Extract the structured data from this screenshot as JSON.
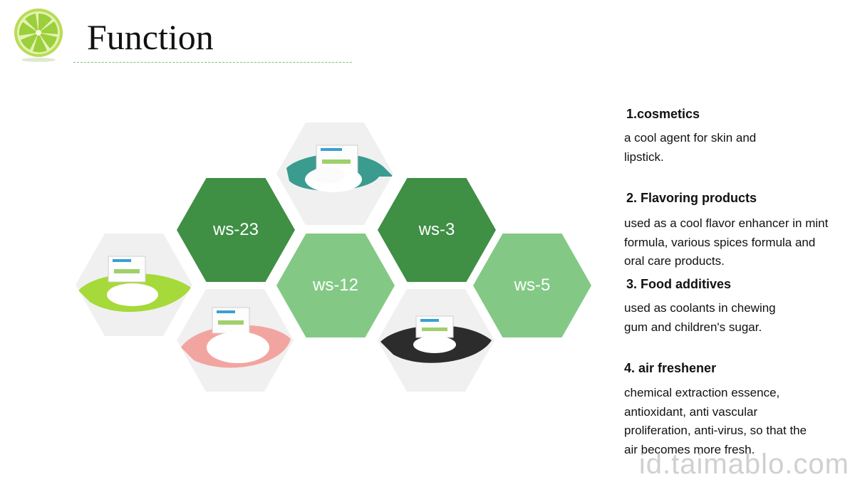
{
  "header": {
    "title": "Function"
  },
  "hexagons": {
    "ws23": {
      "label": "ws-23"
    },
    "ws3": {
      "label": "ws-3"
    },
    "ws12": {
      "label": "ws-12"
    },
    "ws5": {
      "label": "ws-5"
    }
  },
  "colors": {
    "dark_green": "#3f8f45",
    "light_green": "#83c985",
    "photo_bg": "#f0f0f0"
  },
  "functions": [
    {
      "title": "1.cosmetics",
      "body": "a cool agent for skin and lipstick."
    },
    {
      "title": "2. Flavoring products",
      "body": "used as a cool flavor enhancer in mint formula, various spices formula and oral care products."
    },
    {
      "title": "3. Food additives",
      "body": "used as coolants in chewing gum and children's sugar."
    },
    {
      "title": "4. air freshener",
      "body": "chemical extraction essence, antioxidant, anti vascular proliferation, anti-virus, so that the air becomes more fresh."
    }
  ],
  "watermark": "id.taimablo.com"
}
